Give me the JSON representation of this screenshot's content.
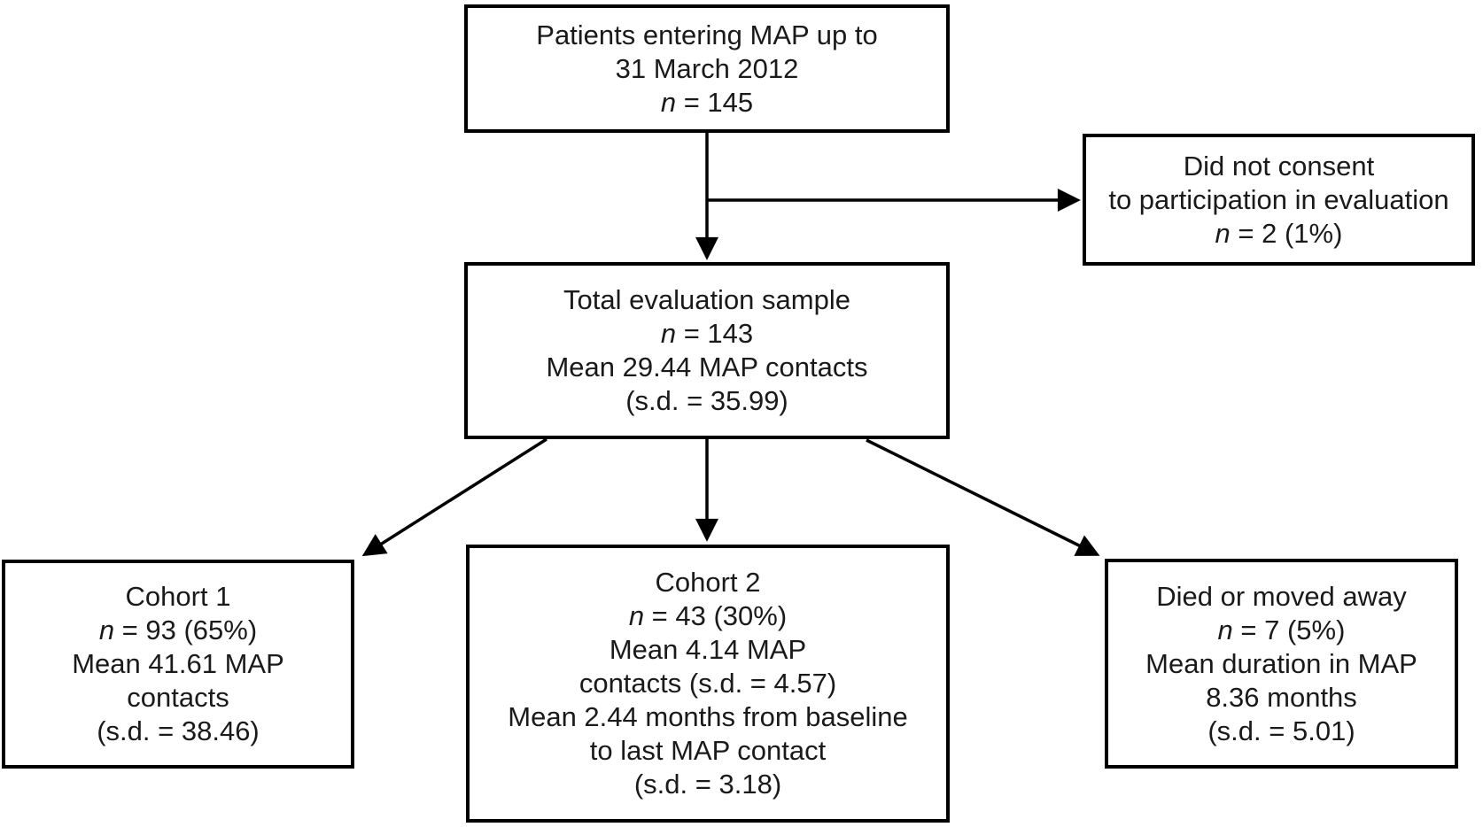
{
  "colors": {
    "line": "#000000",
    "text": "#1a1a1a",
    "background": "#ffffff"
  },
  "boxes": {
    "entry": {
      "lines": [
        "Patients entering MAP up to",
        "31 March 2012",
        "n = 145"
      ]
    },
    "no_consent": {
      "lines": [
        "Did not consent",
        "to participation in evaluation",
        "n = 2 (1%)"
      ]
    },
    "total_sample": {
      "lines": [
        "Total evaluation sample",
        "n = 143",
        "Mean 29.44 MAP contacts",
        "(s.d. = 35.99)"
      ]
    },
    "cohort1": {
      "lines": [
        "Cohort 1",
        "n = 93 (65%)",
        "Mean 41.61 MAP",
        "contacts",
        "(s.d. = 38.46)"
      ]
    },
    "cohort2": {
      "lines": [
        "Cohort 2",
        "n = 43 (30%)",
        "Mean 4.14 MAP",
        "contacts (s.d. = 4.57)",
        "Mean 2.44 months from baseline",
        "to last MAP contact",
        "(s.d. = 3.18)"
      ]
    },
    "died_moved": {
      "lines": [
        "Died or moved away",
        "n = 7 (5%)",
        "Mean duration in MAP",
        "8.36 months",
        "(s.d. = 5.01)"
      ]
    }
  }
}
